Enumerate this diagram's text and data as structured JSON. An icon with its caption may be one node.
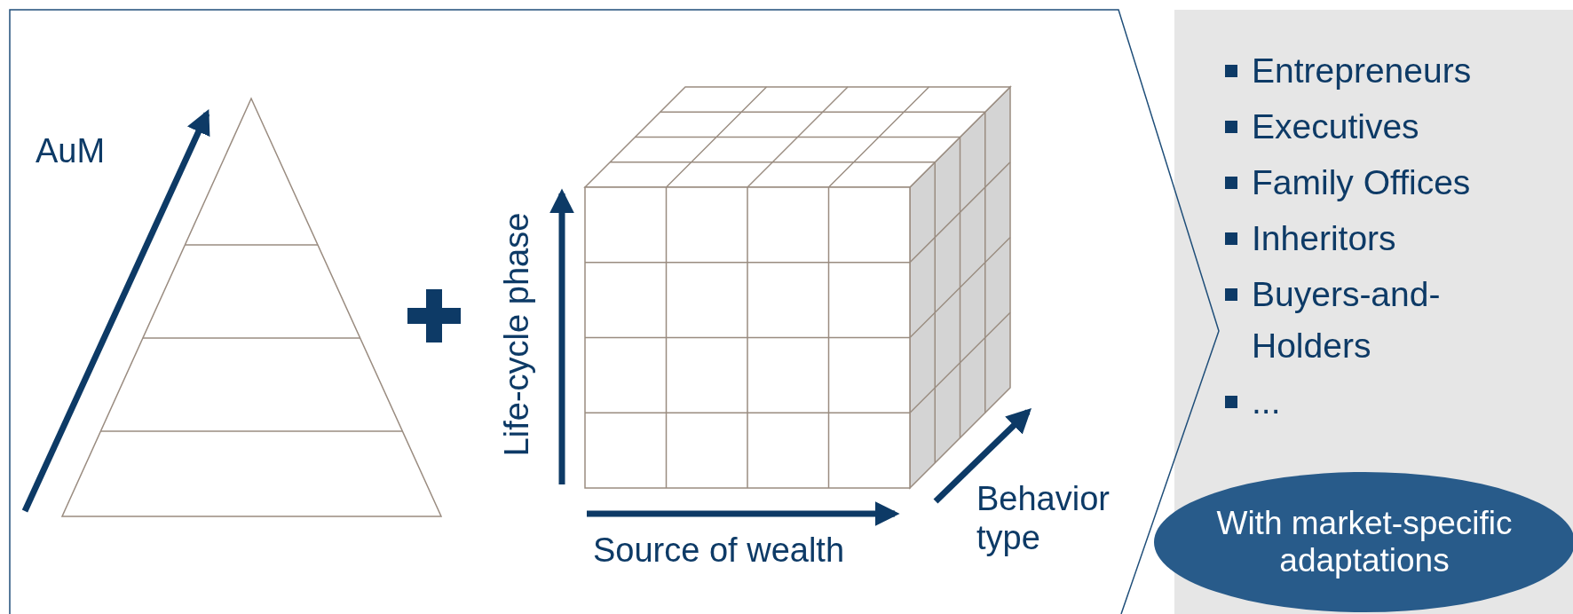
{
  "diagram": {
    "nodes": [
      {
        "text": [
          "Entrepreneurs",
          "Executives",
          "Family Offices",
          "Inheritors",
          "Buyers-and-Holders",
          "..."
        ]
      },
      {
        "text": [
          "With market-specific adaptations"
        ],
        "in": 0
      }
    ],
    "edges": [],
    "labels": [
      "AuM",
      "Life-cycle phase",
      "Source of wealth",
      "Behavior type"
    ]
  }
}
